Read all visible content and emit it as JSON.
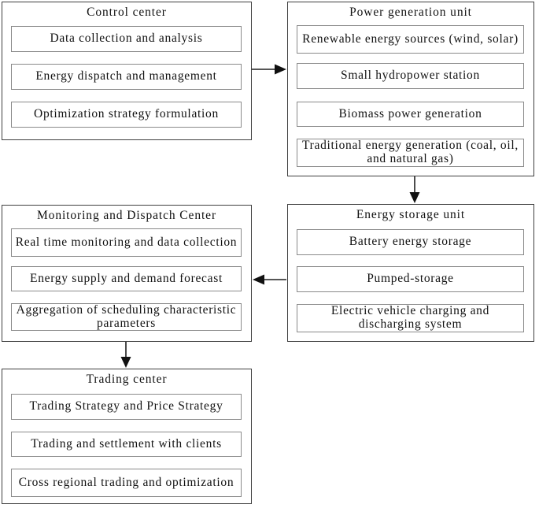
{
  "colors": {
    "background": "#ffffff",
    "outer_border": "#3f3f3f",
    "inner_border": "#8a8a8a",
    "text": "#111111",
    "arrow": "#111111"
  },
  "units": {
    "control": {
      "title": "Control center",
      "items": [
        "Data collection and analysis",
        "Energy dispatch and management",
        "Optimization strategy formulation"
      ]
    },
    "power": {
      "title": "Power generation unit",
      "items": [
        "Renewable energy sources (wind, solar)",
        "Small hydropower station",
        "Biomass power generation",
        "Traditional energy generation (coal, oil, and natural gas)"
      ]
    },
    "storage": {
      "title": "Energy storage unit",
      "items": [
        "Battery energy storage",
        "Pumped-storage",
        "Electric vehicle charging and discharging system"
      ]
    },
    "monitoring": {
      "title": "Monitoring and Dispatch Center",
      "items": [
        "Real time monitoring and data collection",
        "Energy supply and demand forecast",
        "Aggregation of scheduling characteristic parameters"
      ]
    },
    "trading": {
      "title": "Trading center",
      "items": [
        "Trading Strategy and Price Strategy",
        "Trading and settlement with clients",
        "Cross regional trading and optimization"
      ]
    }
  },
  "flows": [
    {
      "from": "Control center",
      "to": "Power generation unit",
      "direction": "right"
    },
    {
      "from": "Power generation unit",
      "to": "Energy storage unit",
      "direction": "down"
    },
    {
      "from": "Energy storage unit",
      "to": "Monitoring and Dispatch Center",
      "direction": "left"
    },
    {
      "from": "Monitoring and Dispatch Center",
      "to": "Trading center",
      "direction": "down"
    }
  ]
}
